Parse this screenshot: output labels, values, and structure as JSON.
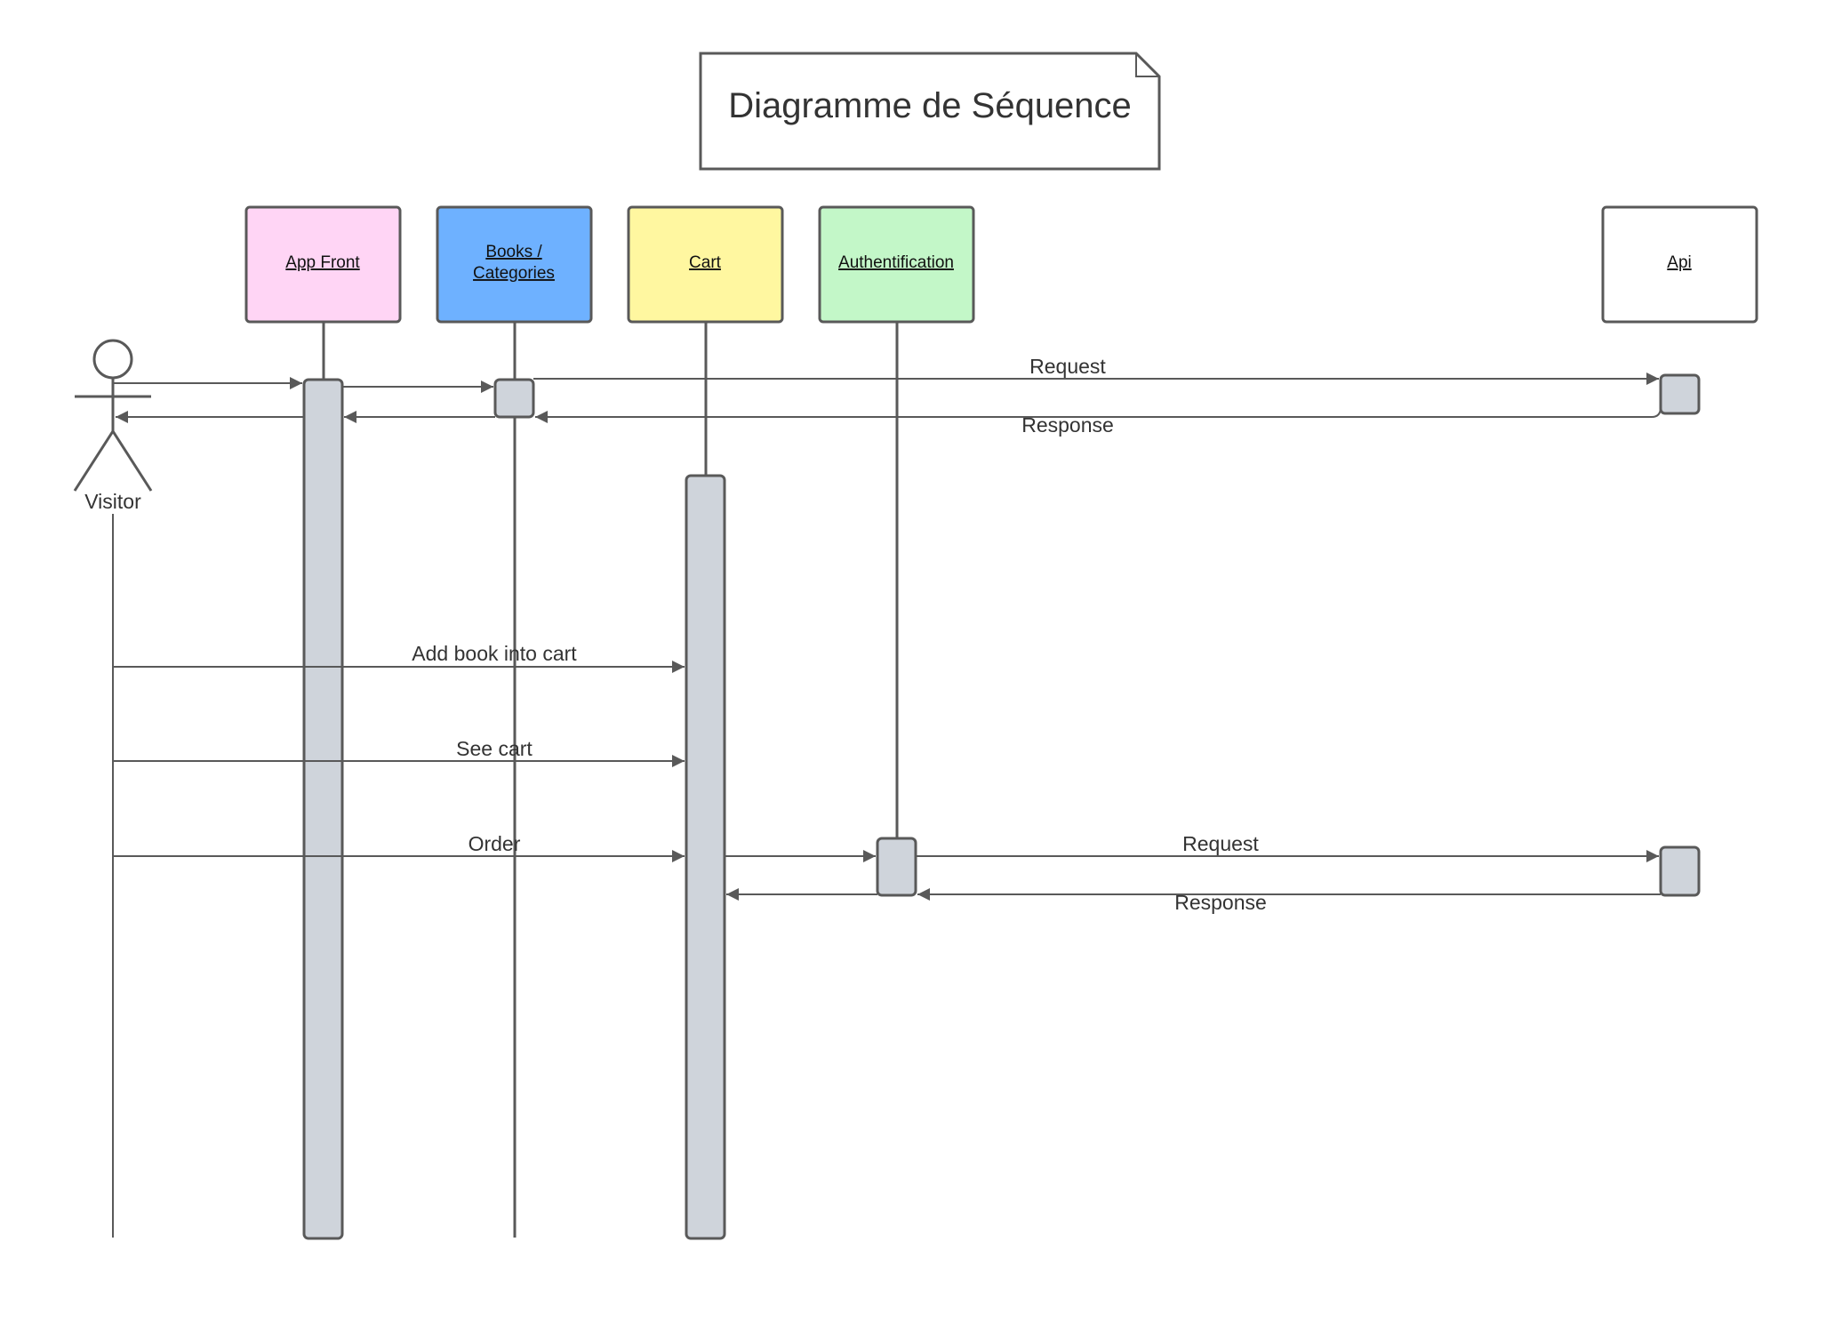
{
  "title": "Diagramme de Séquence",
  "actor": {
    "label": "Visitor"
  },
  "lifelines": [
    {
      "id": "app-front",
      "lines": [
        "App Front"
      ],
      "fill": "#ffd5f5"
    },
    {
      "id": "books-categories",
      "lines": [
        "Books /",
        "Categories"
      ],
      "fill": "#6eb1ff"
    },
    {
      "id": "cart",
      "lines": [
        "Cart"
      ],
      "fill": "#fff7a0"
    },
    {
      "id": "authentification",
      "lines": [
        "Authentification"
      ],
      "fill": "#c3f7c8"
    },
    {
      "id": "api",
      "lines": [
        "Api"
      ],
      "fill": "#ffffff"
    }
  ],
  "messages": {
    "books_request": "Request",
    "books_response": "Response",
    "add_book": "Add book into cart",
    "see_cart": "See cart",
    "order": "Order",
    "auth_request": "Request",
    "auth_response": "Response"
  },
  "colors": {
    "stroke": "#595959",
    "activation_fill": "#cfd4db",
    "text": "#333333"
  }
}
